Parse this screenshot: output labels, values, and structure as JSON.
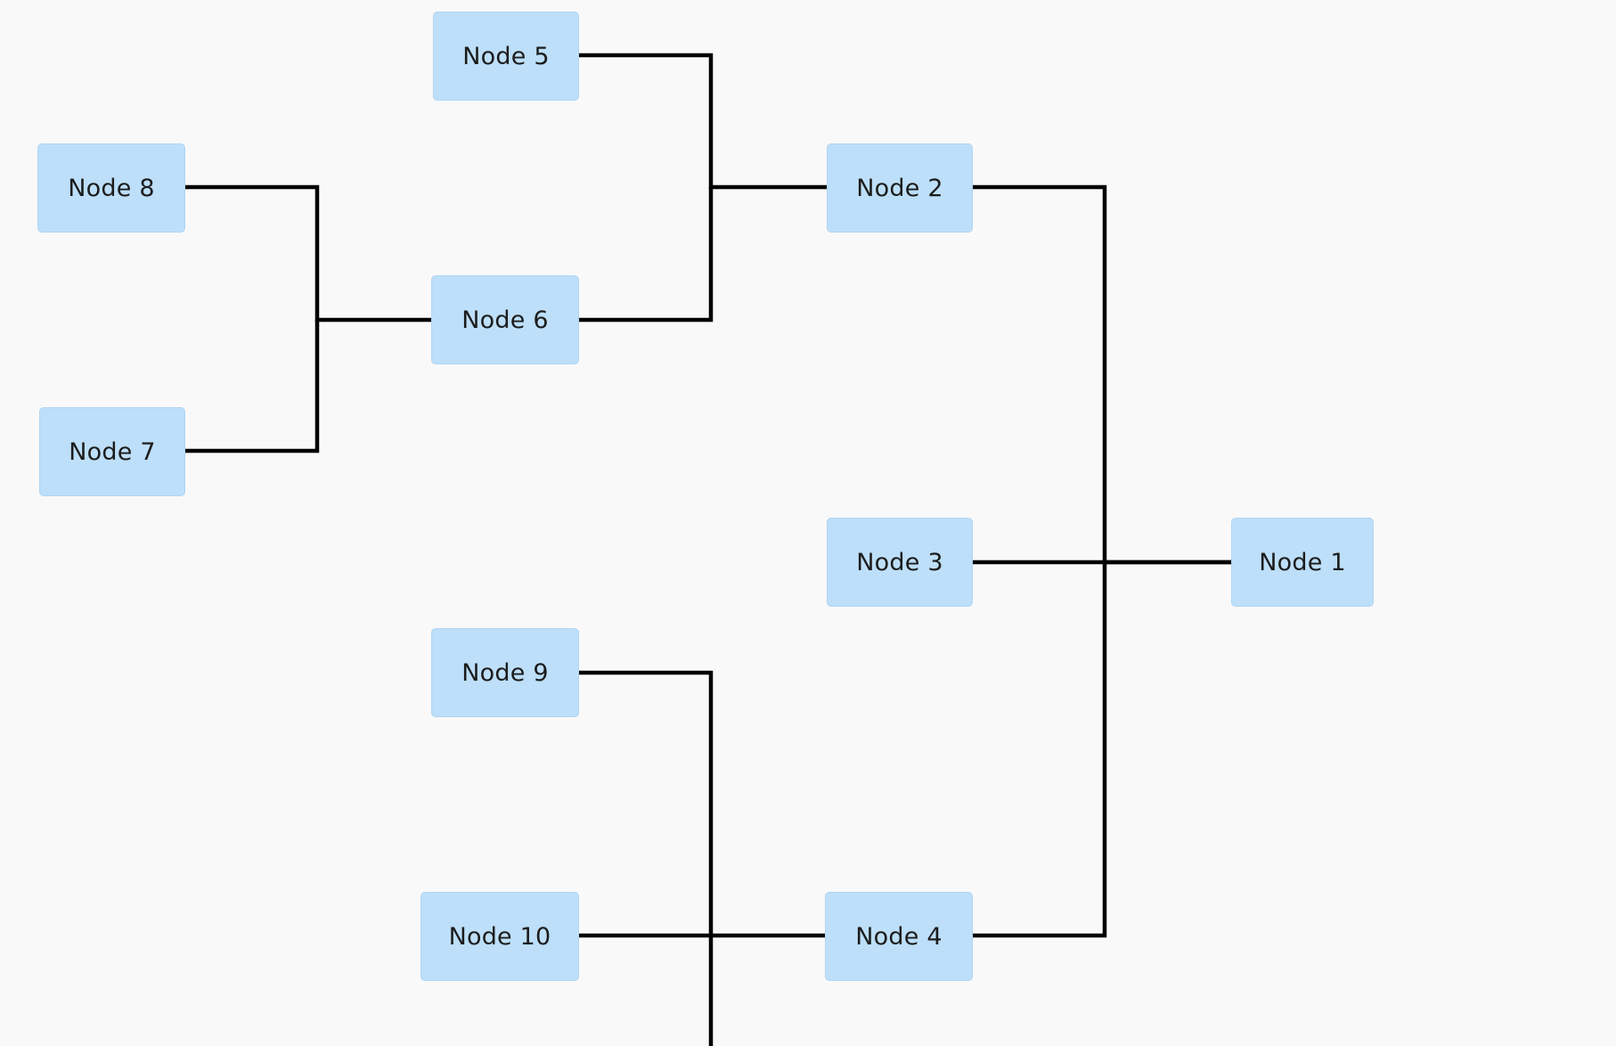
{
  "colors": {
    "background": "#faf9fa",
    "node_fill": "#bddff9",
    "node_border": "#b0d5f2",
    "edge": "#000000",
    "text": "#1c1c1c"
  },
  "nodes": {
    "n1": "Node 1",
    "n2": "Node 2",
    "n3": "Node 3",
    "n4": "Node 4",
    "n5": "Node 5",
    "n6": "Node 6",
    "n7": "Node 7",
    "n8": "Node 8",
    "n9": "Node 9",
    "n10": "Node 10"
  },
  "edges": [
    {
      "from": "Node 8",
      "to": "Node 6"
    },
    {
      "from": "Node 7",
      "to": "Node 6"
    },
    {
      "from": "Node 5",
      "to": "Node 2"
    },
    {
      "from": "Node 6",
      "to": "Node 2"
    },
    {
      "from": "Node 9",
      "to": "Node 4"
    },
    {
      "from": "Node 10",
      "to": "Node 4"
    },
    {
      "from": "Node 2",
      "to": "Node 1"
    },
    {
      "from": "Node 3",
      "to": "Node 1"
    },
    {
      "from": "Node 4",
      "to": "Node 1"
    }
  ]
}
